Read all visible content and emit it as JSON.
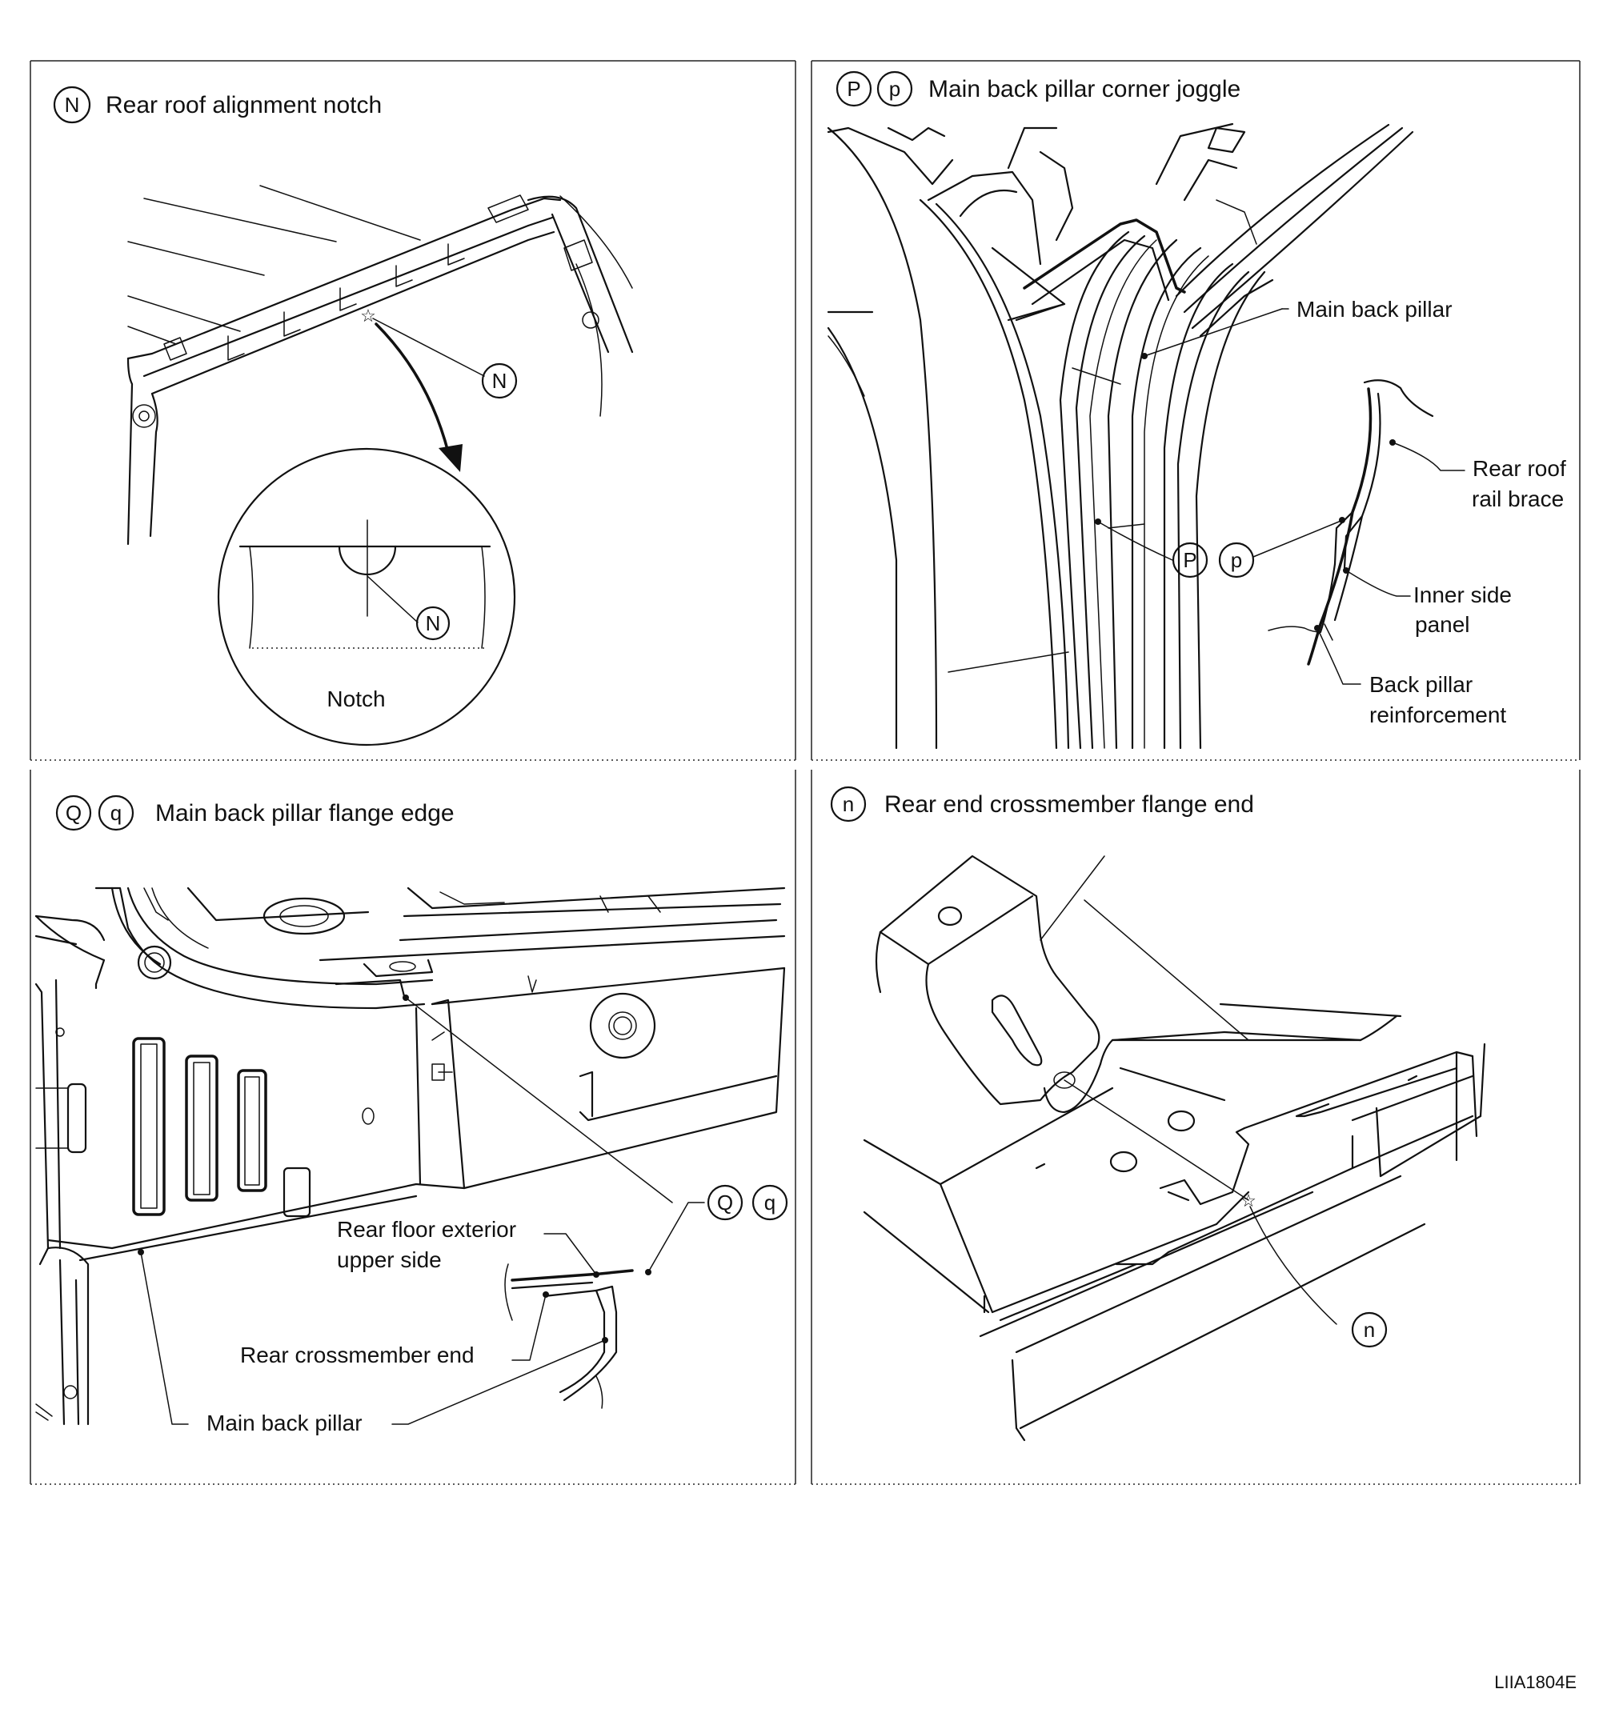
{
  "panels": [
    {
      "id": "N",
      "circles": [
        "N"
      ],
      "title": "Rear roof alignment notch",
      "callout": "N",
      "detail_callout": "N",
      "detail_label": "Notch"
    },
    {
      "id": "P",
      "circles": [
        "P",
        "p"
      ],
      "title": "Main back pillar corner joggle",
      "labels": {
        "main_back_pillar": "Main back pillar",
        "rear_roof_rail_brace_1": "Rear roof",
        "rear_roof_rail_brace_2": "rail brace",
        "inner_side_panel_1": "Inner side",
        "inner_side_panel_2": "panel",
        "back_pillar_reinforcement_1": "Back pillar",
        "back_pillar_reinforcement_2": "reinforcement"
      },
      "callouts": [
        "P",
        "p"
      ]
    },
    {
      "id": "Q",
      "circles": [
        "Q",
        "q"
      ],
      "title": "Main back pillar flange edge",
      "labels": {
        "rear_floor_exterior_1": "Rear floor exterior",
        "rear_floor_exterior_2": "upper side",
        "rear_crossmember_end": "Rear crossmember end",
        "main_back_pillar": "Main back pillar"
      },
      "callouts": [
        "Q",
        "q"
      ]
    },
    {
      "id": "n",
      "circles": [
        "n"
      ],
      "title": "Rear end crossmember flange end",
      "callout": "n"
    }
  ],
  "figure_code": "LIIA1804E"
}
